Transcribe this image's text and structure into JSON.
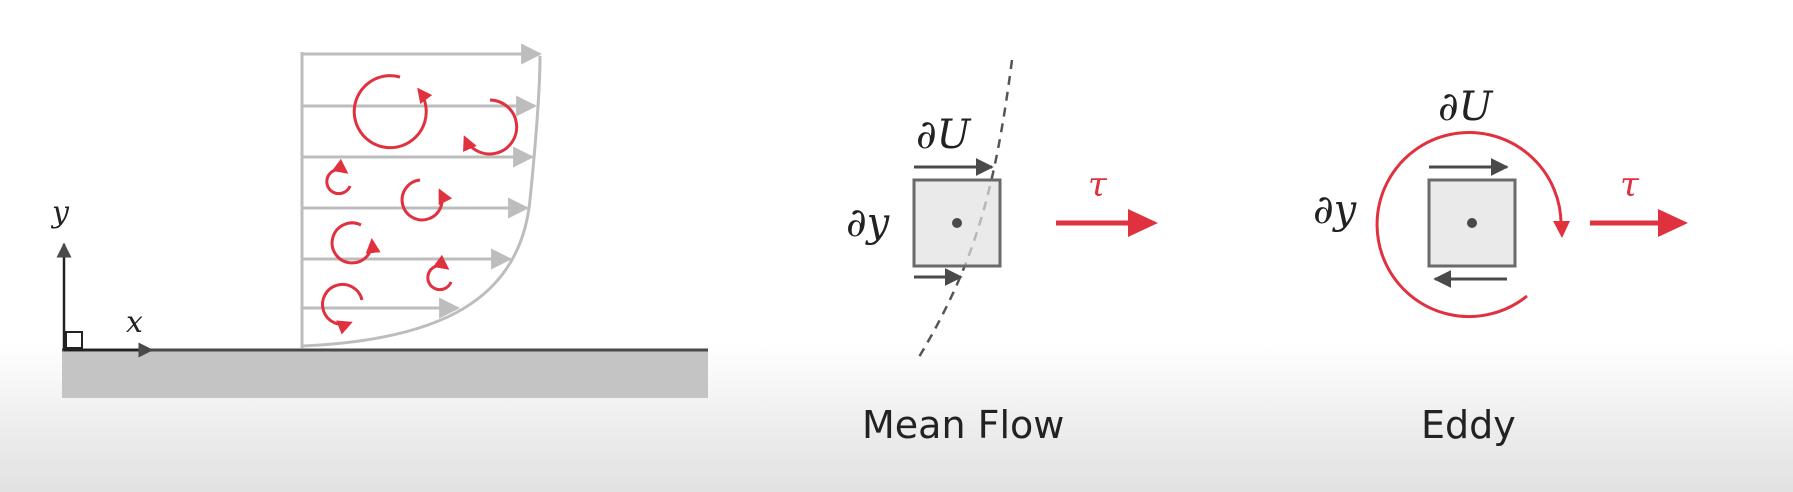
{
  "diagram": {
    "left_panel": {
      "x_axis_label": "x",
      "y_axis_label": "y"
    },
    "mean_flow_panel": {
      "du_label": "∂U",
      "dy_label": "∂y",
      "tau_label": "τ",
      "caption": "Mean Flow"
    },
    "eddy_panel": {
      "du_label": "∂U",
      "dy_label": "∂y",
      "tau_label": "τ",
      "caption": "Eddy"
    },
    "colors": {
      "eddy_red": "#e0313f",
      "profile_gray": "#bdbdbd",
      "wall_gray": "#c4c4c4",
      "ink": "#4a4a4a"
    }
  }
}
